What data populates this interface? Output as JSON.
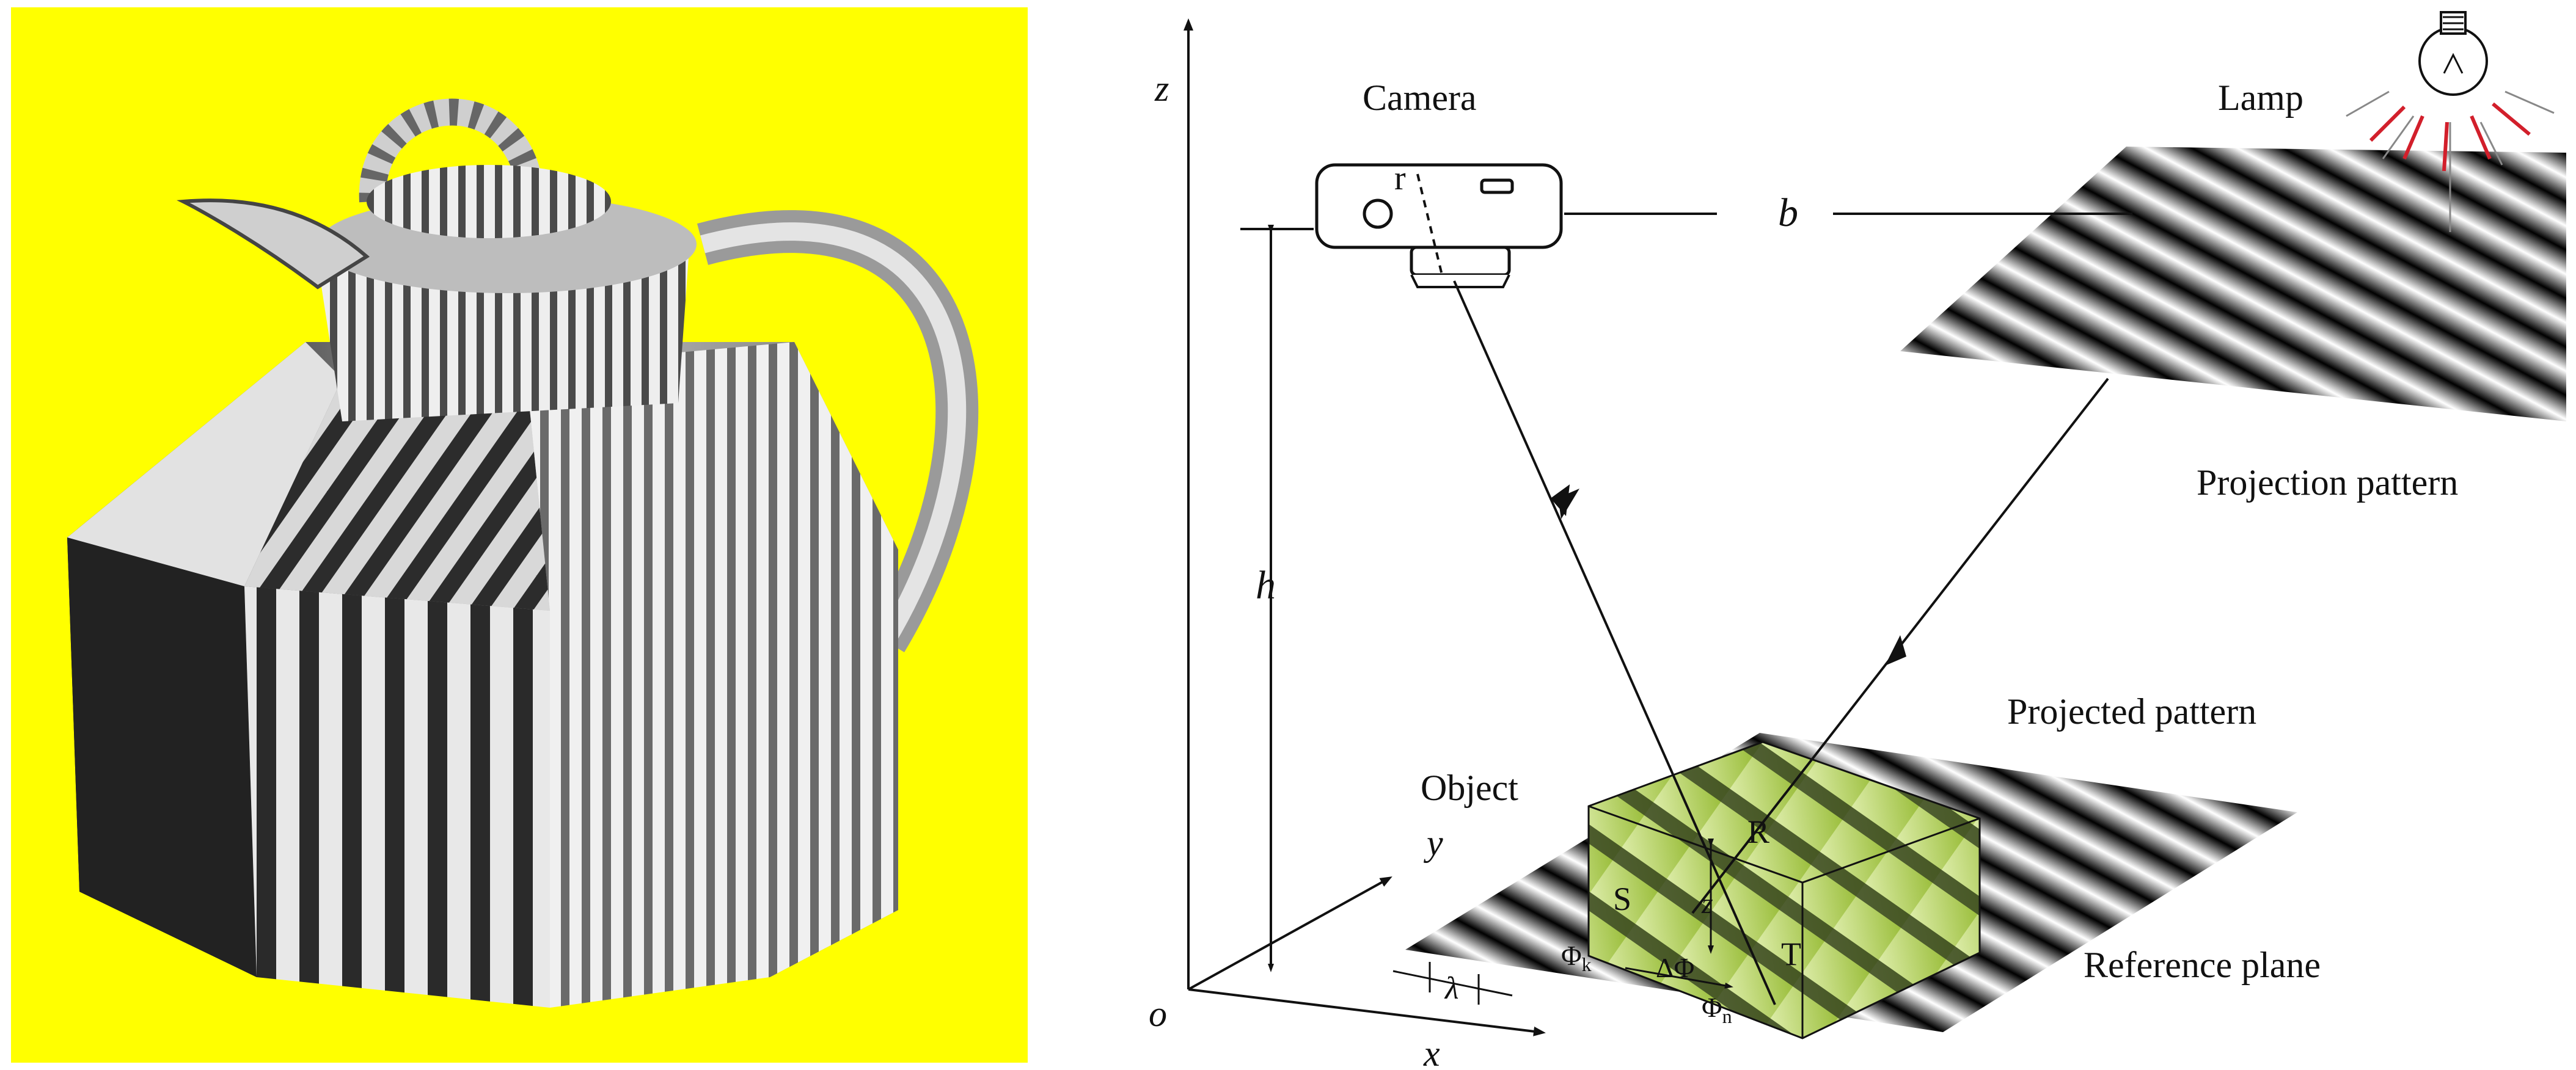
{
  "left_panel": {
    "background_color": "#ffff00"
  },
  "diagram": {
    "labels": {
      "camera": "Camera",
      "lamp": "Lamp",
      "projection_pattern": "Projection pattern",
      "projected_pattern": "Projected pattern",
      "reference_plane": "Reference plane",
      "object": "Object",
      "axis_z": "z",
      "axis_y": "y",
      "axis_x": "x",
      "origin": "o",
      "baseline_b": "b",
      "height_h": "h",
      "camera_point_r": "r",
      "point_R": "R",
      "point_S": "S",
      "point_T": "T",
      "height_z": "z",
      "wavelength": "λ",
      "phi": "Φ",
      "phi_k_sub": "k",
      "phi_n_sub": "n",
      "delta_phi": "ΔΦ"
    },
    "colors": {
      "object_fill": "#c6e072",
      "lamp_rays": "#d21f2b",
      "lines": "#111111"
    }
  }
}
